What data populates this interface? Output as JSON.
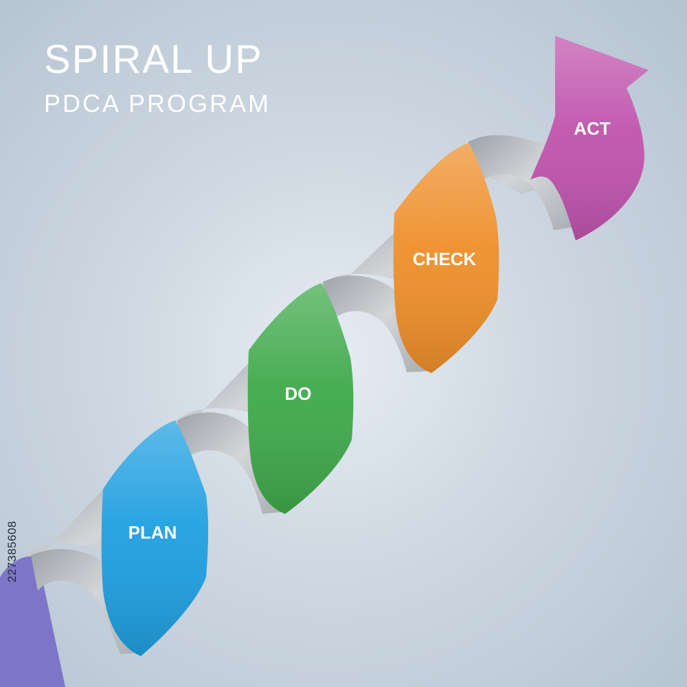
{
  "header": {
    "title": "SPIRAL UP",
    "subtitle": "PDCA PROGRAM"
  },
  "steps": [
    {
      "label": "PLAN",
      "color": "#1f9fe0"
    },
    {
      "label": "DO",
      "color": "#3fa94a"
    },
    {
      "label": "CHECK",
      "color": "#ee8f2a"
    },
    {
      "label": "ACT",
      "color": "#c054ad"
    }
  ],
  "colors": {
    "tail": "#7d76c8",
    "ribbon_back": "#b7bcc1",
    "background": "#c9d3de"
  },
  "watermark": {
    "stock_id": "227385608"
  }
}
